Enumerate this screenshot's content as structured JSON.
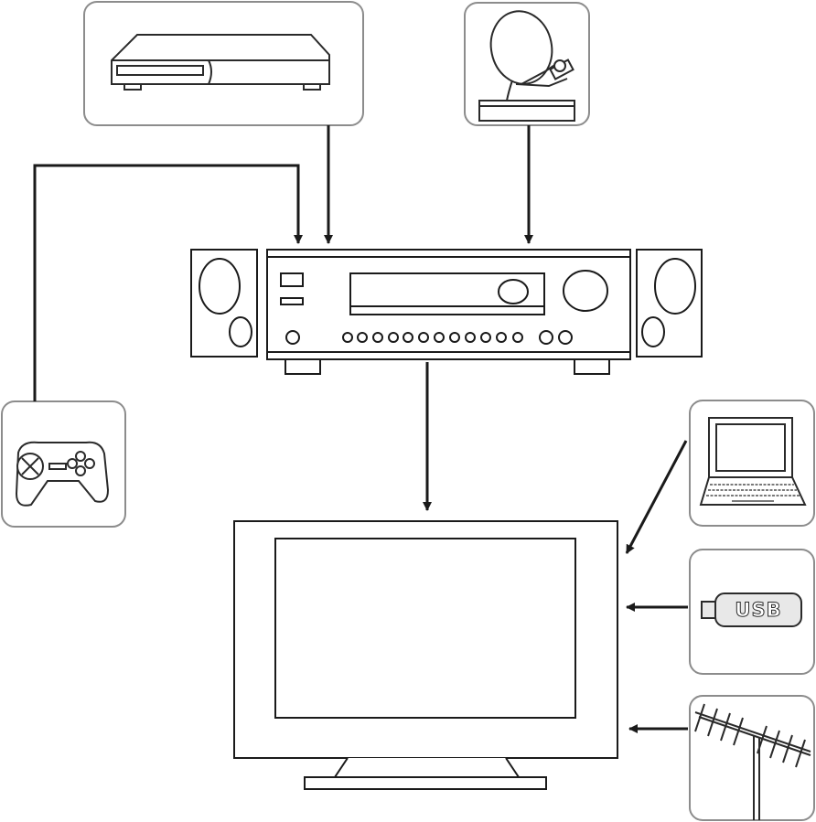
{
  "diagram": {
    "devices": [
      {
        "id": "dvd-player",
        "icon": "dvd-player-icon"
      },
      {
        "id": "satellite-dish",
        "icon": "satellite-dish-icon"
      },
      {
        "id": "game-controller",
        "icon": "game-controller-icon"
      },
      {
        "id": "av-receiver",
        "icon": "receiver-icon"
      },
      {
        "id": "speakers",
        "icon": "speaker-icon"
      },
      {
        "id": "television",
        "icon": "tv-icon"
      },
      {
        "id": "laptop",
        "icon": "laptop-icon"
      },
      {
        "id": "usb-drive",
        "icon": "usb-drive-icon"
      },
      {
        "id": "antenna",
        "icon": "antenna-icon"
      }
    ],
    "usb_label": "USB",
    "connections": [
      {
        "from": "game-controller",
        "to": "av-receiver"
      },
      {
        "from": "dvd-player",
        "to": "av-receiver"
      },
      {
        "from": "satellite-dish",
        "to": "av-receiver"
      },
      {
        "from": "av-receiver",
        "to": "television"
      },
      {
        "from": "laptop",
        "to": "television"
      },
      {
        "from": "usb-drive",
        "to": "television"
      },
      {
        "from": "antenna",
        "to": "television"
      }
    ],
    "colors": {
      "line": "#1a1a1a",
      "box_border": "#8c8c8c",
      "background": "#ffffff",
      "usb_fill": "#e8e8e8"
    }
  }
}
